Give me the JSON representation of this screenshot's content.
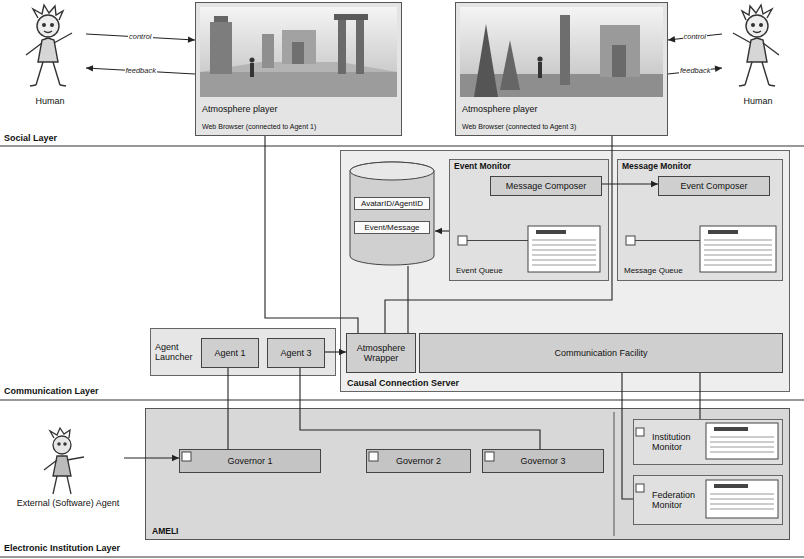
{
  "diagram": {
    "nodes": [
      {
        "text": [
          "Human"
        ]
      },
      {
        "text": [
          "Atmosphere player",
          "Web Browser (connected to Agent 1)"
        ]
      },
      {
        "text": [
          "Atmosphere player",
          "Web Browser (connected to Agent 3)"
        ]
      },
      {
        "text": [
          "Human"
        ]
      },
      {
        "text": [
          "Causal Connection Server"
        ]
      },
      {
        "text": [
          "AvatarID/AgentID",
          "Event/Message"
        ],
        "in": 4
      },
      {
        "text": [
          "Event Monitor",
          "Event Queue"
        ],
        "in": 4
      },
      {
        "text": [
          "Message Composer"
        ],
        "in": 6
      },
      {
        "text": [
          "Message Monitor",
          "Message Queue"
        ],
        "in": 4
      },
      {
        "text": [
          "Event Composer"
        ],
        "in": 8
      },
      {
        "text": [
          "Atmosphere Wrapper"
        ],
        "in": 4
      },
      {
        "text": [
          "Communication Facility"
        ],
        "in": 4
      },
      {
        "text": [
          "Agent Launcher"
        ]
      },
      {
        "text": [
          "Agent 1"
        ],
        "in": 12
      },
      {
        "text": [
          "Agent 3"
        ],
        "in": 12
      },
      {
        "text": [
          "AMELI"
        ]
      },
      {
        "text": [
          "Governor 1"
        ],
        "in": 15
      },
      {
        "text": [
          "Governor 2"
        ],
        "in": 15
      },
      {
        "text": [
          "Governor 3"
        ],
        "in": 15
      },
      {
        "text": [
          "Institution Monitor"
        ],
        "in": 15
      },
      {
        "text": [
          "Federation Monitor"
        ],
        "in": 15
      },
      {
        "text": [
          "External (Software) Agent"
        ]
      }
    ],
    "edges": [
      {
        "from": 0,
        "to": 1,
        "arrow": "to",
        "label": "control"
      },
      {
        "from": 1,
        "to": 0,
        "arrow": "to",
        "label": "feedback"
      },
      {
        "from": 3,
        "to": 2,
        "arrow": "to",
        "label": "control"
      },
      {
        "from": 2,
        "to": 3,
        "arrow": "to",
        "label": "feedback"
      },
      {
        "from": 1,
        "to": 10,
        "arrow": "none"
      },
      {
        "from": 2,
        "to": 10,
        "arrow": "none"
      },
      {
        "from": 5,
        "to": 10,
        "arrow": "none"
      },
      {
        "from": 6,
        "to": 5,
        "arrow": "to"
      },
      {
        "from": 7,
        "to": 9,
        "arrow": "to"
      },
      {
        "from": 14,
        "to": 10,
        "arrow": "to"
      },
      {
        "from": 13,
        "to": 16,
        "arrow": "none"
      },
      {
        "from": 14,
        "to": 18,
        "arrow": "none"
      },
      {
        "from": 21,
        "to": 16,
        "arrow": "to"
      },
      {
        "from": 11,
        "to": 19,
        "arrow": "none"
      },
      {
        "from": 11,
        "to": 20,
        "arrow": "none"
      }
    ],
    "labels": [
      "Social Layer",
      "Communication Layer",
      "Electronic Institution Layer"
    ]
  }
}
